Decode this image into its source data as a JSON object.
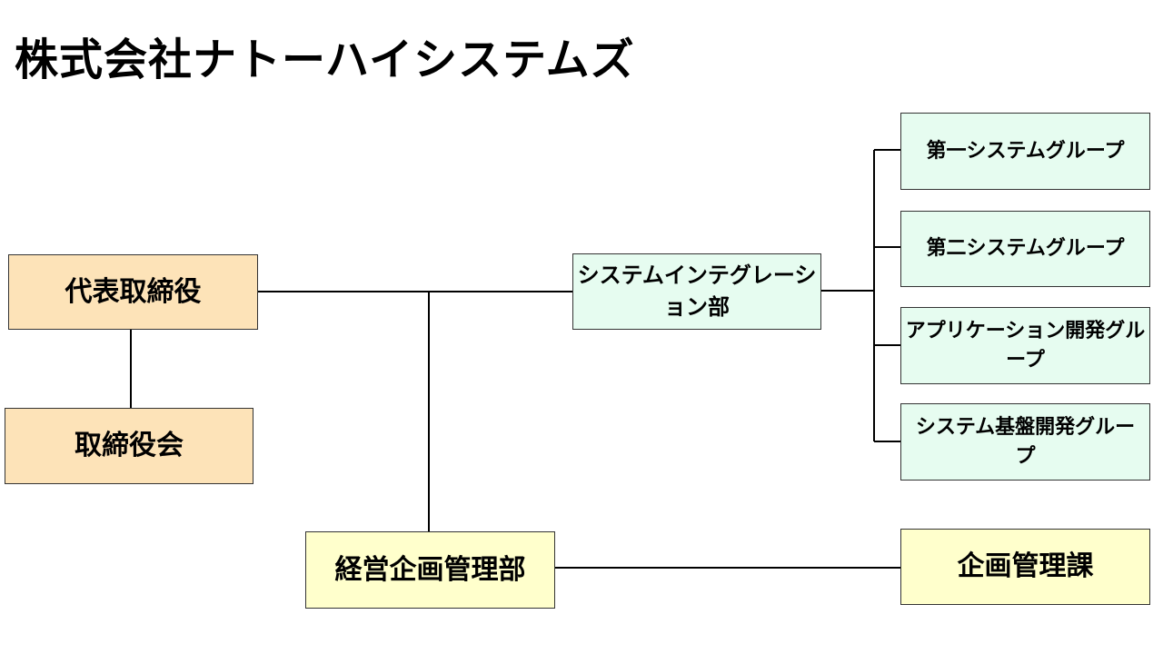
{
  "title": "株式会社ナトーハイシステムズ",
  "nodes": {
    "ceo": "代表取締役",
    "board": "取締役会",
    "si_dept": "システムインテグレーション部",
    "group1": "第一システムグループ",
    "group2": "第二システムグループ",
    "app_group": "アプリケーション開発グループ",
    "infra_group": "システム基盤開発グループ",
    "mgmt_dept": "経営企画管理部",
    "planning_section": "企画管理課"
  },
  "colors": {
    "executive": "#fde3b8",
    "si": "#e6fcf0",
    "management": "#ffffcc",
    "line": "#000000"
  }
}
